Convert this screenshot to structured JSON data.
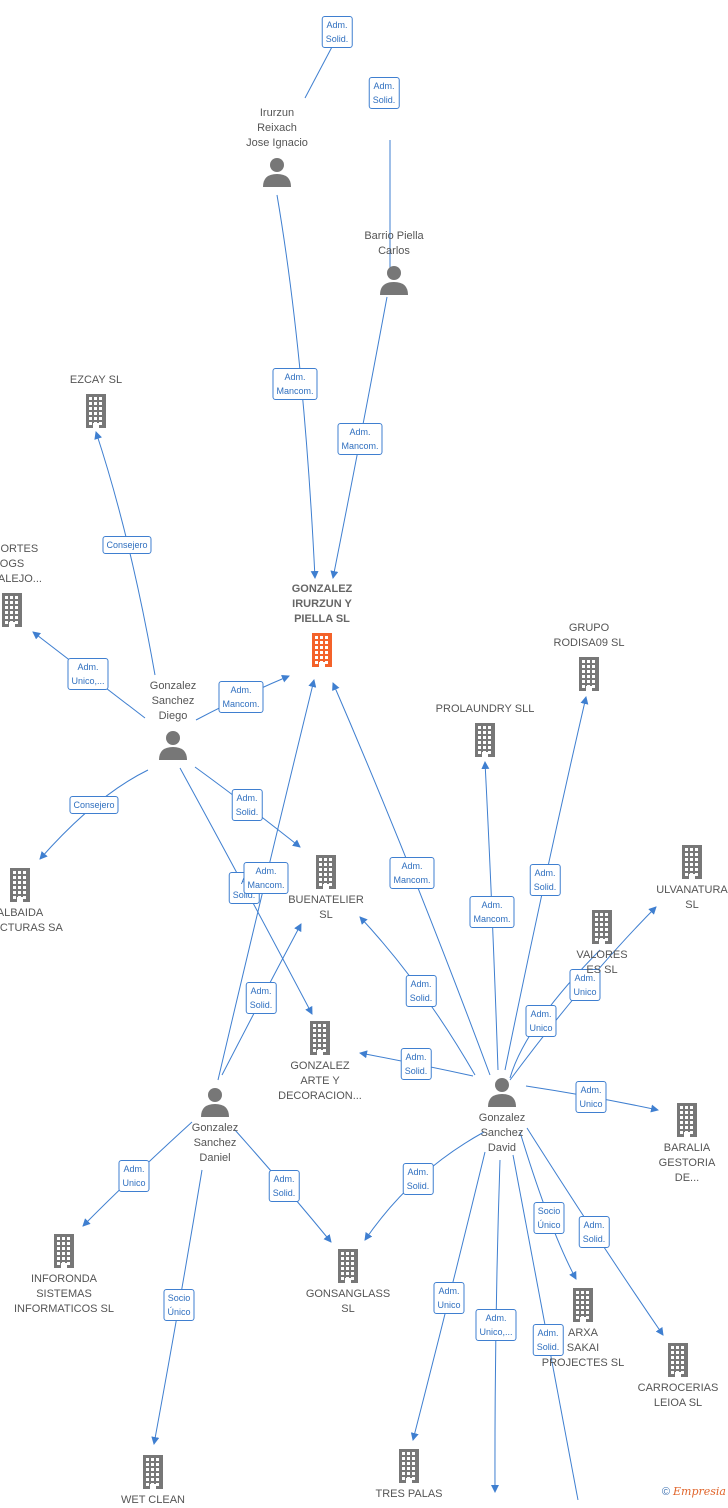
{
  "colors": {
    "edge": "#3f7fd0",
    "node": "#777777",
    "focus": "#f4622a"
  },
  "nodes": [
    {
      "id": "irurzun",
      "type": "person",
      "lines": [
        "Irurzun",
        "Reixach",
        "Jose Ignacio"
      ]
    },
    {
      "id": "barrio",
      "type": "person",
      "lines": [
        "Barrio Piella",
        "Carlos"
      ]
    },
    {
      "id": "ezcay",
      "type": "company",
      "lines": [
        "EZCAY SL"
      ]
    },
    {
      "id": "deportes",
      "type": "company",
      "lines": [
        "SPORTES",
        "OGS",
        "DRALEJO..."
      ]
    },
    {
      "id": "gonzalez_irurzun",
      "type": "company",
      "focus": true,
      "lines": [
        "GONZALEZ",
        "IRURZUN Y",
        "PIELLA  SL"
      ]
    },
    {
      "id": "grupo_rodisa",
      "type": "company",
      "lines": [
        "GRUPO",
        "RODISA09 SL"
      ]
    },
    {
      "id": "prolaundry",
      "type": "company",
      "lines": [
        "PROLAUNDRY SLL"
      ]
    },
    {
      "id": "diego",
      "type": "person",
      "lines": [
        "Gonzalez",
        "Sanchez",
        "Diego"
      ]
    },
    {
      "id": "ulvanatura",
      "type": "company",
      "lines": [
        "ULVANATURA",
        "SL"
      ]
    },
    {
      "id": "albaida",
      "type": "company",
      "lines": [
        "ALBAIDA",
        "TRUCTURAS SA"
      ]
    },
    {
      "id": "buenatelier",
      "type": "company",
      "lines": [
        "BUENATELIER",
        "SL"
      ]
    },
    {
      "id": "valores",
      "type": "company",
      "lines": [
        "VALORES",
        "ES  SL"
      ]
    },
    {
      "id": "arte",
      "type": "company",
      "lines": [
        "GONZALEZ",
        "ARTE Y",
        "DECORACION..."
      ]
    },
    {
      "id": "daniel",
      "type": "person",
      "lines": [
        "Gonzalez",
        "Sanchez",
        "Daniel"
      ]
    },
    {
      "id": "david",
      "type": "person",
      "lines": [
        "Gonzalez",
        "Sanchez",
        "David"
      ]
    },
    {
      "id": "baralia",
      "type": "company",
      "lines": [
        "BARALIA",
        "GESTORIA",
        "DE..."
      ]
    },
    {
      "id": "inforonda",
      "type": "company",
      "lines": [
        "INFORONDA",
        "SISTEMAS",
        "INFORMATICOS SL"
      ]
    },
    {
      "id": "gonsanglass",
      "type": "company",
      "lines": [
        "GONSANGLASS",
        "SL"
      ]
    },
    {
      "id": "arxa",
      "type": "company",
      "lines": [
        "ARXA",
        "SAKAI",
        "PROJECTES SL"
      ]
    },
    {
      "id": "carrocerias",
      "type": "company",
      "lines": [
        "CARROCERIAS",
        "LEIOA SL"
      ]
    },
    {
      "id": "wet_clean",
      "type": "company",
      "lines": [
        "WET CLEAN"
      ]
    },
    {
      "id": "tres_palas",
      "type": "company",
      "lines": [
        "TRES PALAS"
      ]
    }
  ],
  "edges": [
    {
      "id": "e1",
      "label": [
        "Adm.",
        "Solid."
      ]
    },
    {
      "id": "e2",
      "label": [
        "Adm.",
        "Solid."
      ]
    },
    {
      "id": "e3",
      "label": [
        "Adm.",
        "Mancom."
      ]
    },
    {
      "id": "e4",
      "label": [
        "Adm.",
        "Mancom."
      ]
    },
    {
      "id": "e5",
      "label": [
        "Consejero"
      ]
    },
    {
      "id": "e6",
      "label": [
        "Adm.",
        "Unico,..."
      ]
    },
    {
      "id": "e7",
      "label": [
        "Adm.",
        "Mancom."
      ]
    },
    {
      "id": "e8",
      "label": [
        "Consejero"
      ]
    },
    {
      "id": "e9",
      "label": [
        "Adm.",
        "Solid."
      ]
    },
    {
      "id": "e10",
      "label": [
        "A",
        "Solid."
      ]
    },
    {
      "id": "e11",
      "label": [
        "Adm.",
        "Mancom."
      ]
    },
    {
      "id": "e12",
      "label": [
        "Adm.",
        "Solid."
      ]
    },
    {
      "id": "e13",
      "label": [
        "Adm.",
        "Mancom."
      ]
    },
    {
      "id": "e14",
      "label": [
        "Adm.",
        "Mancom."
      ]
    },
    {
      "id": "e15",
      "label": [
        "Adm.",
        "Solid."
      ]
    },
    {
      "id": "e16",
      "label": [
        "Adm.",
        "Unico"
      ]
    },
    {
      "id": "e17",
      "label": [
        "Adm.",
        "Unico"
      ]
    },
    {
      "id": "e18",
      "label": [
        "Adm.",
        "Solid."
      ]
    },
    {
      "id": "e19",
      "label": [
        "Adm.",
        "Solid."
      ]
    },
    {
      "id": "e20",
      "label": [
        "Adm.",
        "Unico"
      ]
    },
    {
      "id": "e21",
      "label": [
        "Adm.",
        "Unico"
      ]
    },
    {
      "id": "e22",
      "label": [
        "Adm.",
        "Solid."
      ]
    },
    {
      "id": "e23",
      "label": [
        "Socio",
        "Único"
      ]
    },
    {
      "id": "e24",
      "label": [
        "Adm.",
        "Solid."
      ]
    },
    {
      "id": "e25",
      "label": [
        "Adm.",
        "Solid."
      ]
    },
    {
      "id": "e26",
      "label": [
        "Socio",
        "Único"
      ]
    },
    {
      "id": "e27",
      "label": [
        "Adm.",
        "Unico"
      ]
    },
    {
      "id": "e28",
      "label": [
        "Adm.",
        "Unico,..."
      ]
    },
    {
      "id": "e29",
      "label": [
        "Adm.",
        "Solid."
      ]
    }
  ],
  "footer": {
    "copyright": "©",
    "brand": "Empresia"
  }
}
